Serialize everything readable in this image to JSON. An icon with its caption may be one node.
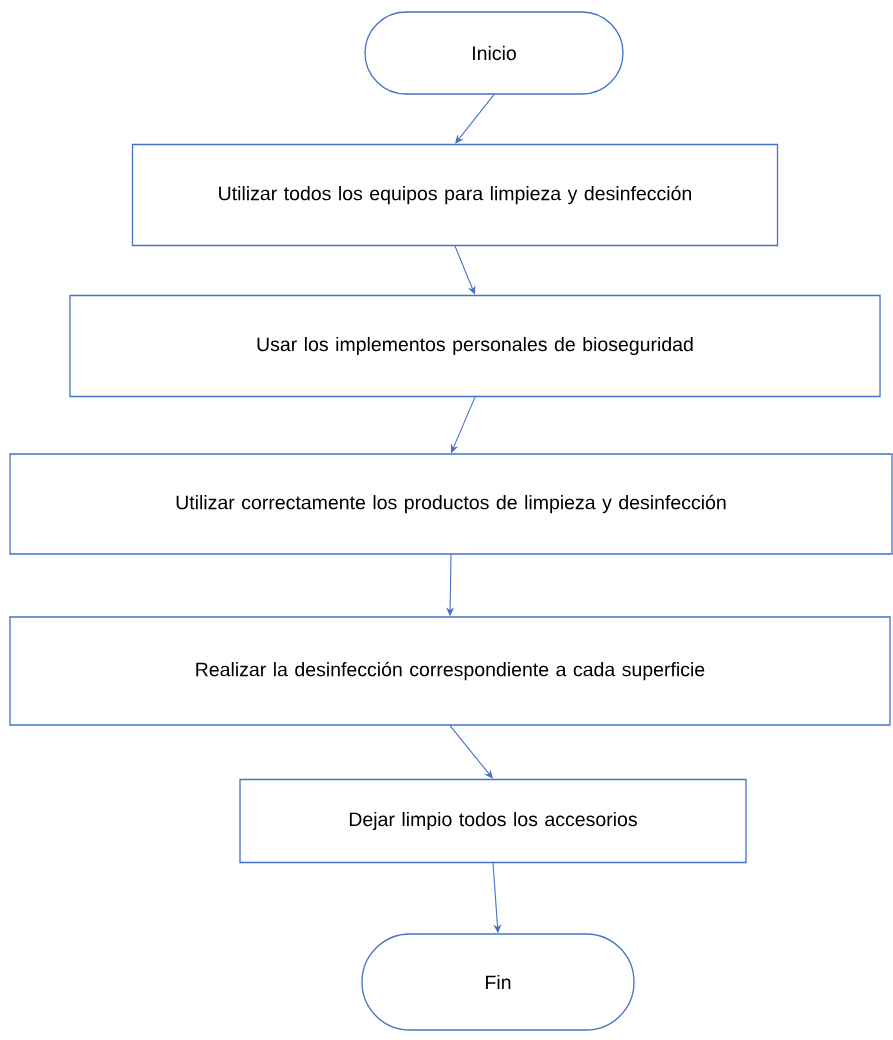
{
  "diagram": {
    "nodes": [
      {
        "text": [
          "Inicio"
        ]
      },
      {
        "text": [
          "Utilizar todos los equipos para limpieza y desinfección"
        ]
      },
      {
        "text": [
          "Usar los implementos personales de bioseguridad"
        ]
      },
      {
        "text": [
          "Utilizar correctamente los productos de limpieza y desinfección"
        ]
      },
      {
        "text": [
          "Realizar la desinfección correspondiente a cada superficie"
        ]
      },
      {
        "text": [
          "Dejar limpio todos los accesorios"
        ]
      },
      {
        "text": [
          "Fin"
        ]
      }
    ],
    "edges": [
      {
        "from": 0,
        "to": 1,
        "arrow": "to"
      },
      {
        "from": 1,
        "to": 2,
        "arrow": "to"
      },
      {
        "from": 2,
        "to": 3,
        "arrow": "to"
      },
      {
        "from": 3,
        "to": 4,
        "arrow": "to"
      },
      {
        "from": 4,
        "to": 5,
        "arrow": "to"
      },
      {
        "from": 5,
        "to": 6,
        "arrow": "to"
      }
    ]
  }
}
